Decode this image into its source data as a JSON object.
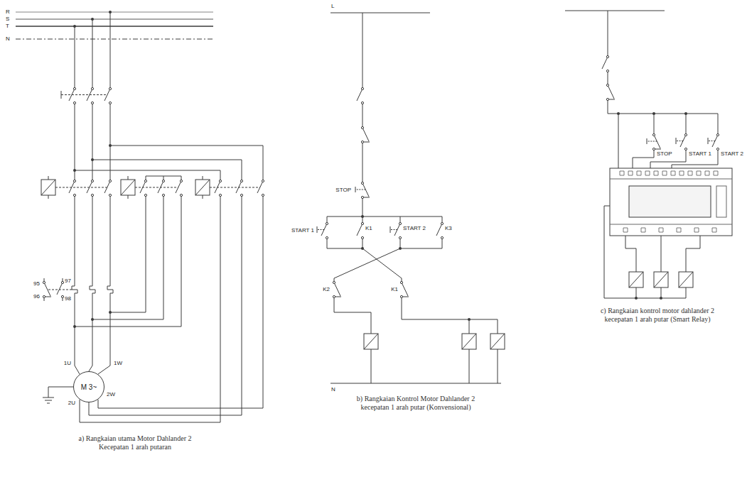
{
  "diagram": {
    "nodes": [
      {
        "text": [
          "M 3~"
        ]
      }
    ],
    "labels": [
      "R",
      "S",
      "T",
      "N",
      "1U",
      "1W",
      "2U",
      "2W",
      "95",
      "96",
      "97",
      "98",
      "a) Rangkaian utama Motor Dahlander 2 Kecepatan 1 arah putaran",
      "L",
      "STOP",
      "START 1",
      "K1",
      "START 2",
      "K3",
      "K2",
      "K1",
      "N",
      "b) Rangkaian Kontrol Motor Dahlander 2 kecepatan 1 arah putar (Konvensional)",
      "STOP",
      "START 1",
      "START 2",
      "c) Rangkaian kontrol motor dahlander 2 kecepatan 1 arah putar (Smart Relay)"
    ]
  }
}
